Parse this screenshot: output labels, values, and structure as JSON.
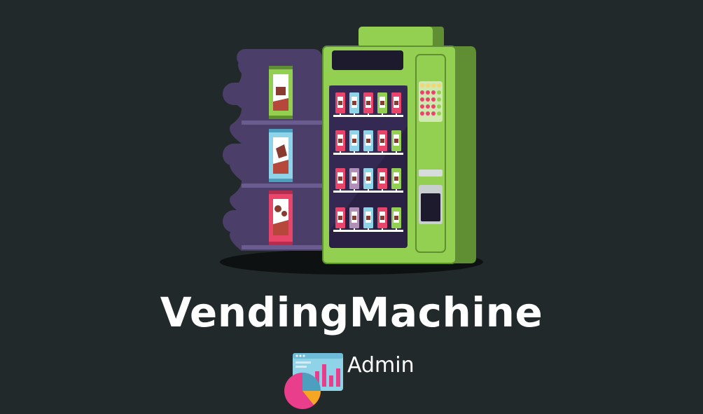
{
  "title": "VendingMachine",
  "subtitle": "Admin",
  "icons": {
    "hero": "vending-machine-illustration",
    "admin": "dashboard-chart-icon"
  },
  "colors": {
    "background": "#22292a",
    "machine_body": "#93d052",
    "machine_side": "#5f8f32",
    "shelf_purple": "#4b3e69",
    "text": "#ffffff",
    "chart_pink": "#e83e8c",
    "chart_blue": "#8fd3e8"
  }
}
